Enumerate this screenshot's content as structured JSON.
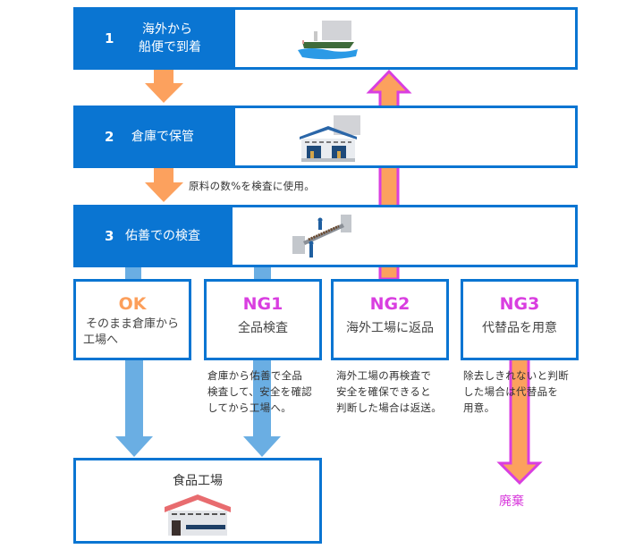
{
  "steps": [
    {
      "number": "1",
      "label_line1": "海外から",
      "label_line2": "船便で到着",
      "illustration": "cargo-ship"
    },
    {
      "number": "2",
      "label": "倉庫で保管",
      "illustration": "warehouse"
    },
    {
      "number": "3",
      "label": "佑善での検査",
      "illustration": "inspection-line"
    }
  ],
  "note_between_2_3": "原料の数%を検査に使用。",
  "outcomes": [
    {
      "code": "OK",
      "desc_line1": "そのまま倉庫から",
      "desc_line2": "工場へ",
      "color": "#fc9f5b"
    },
    {
      "code": "NG1",
      "desc": "全品検査",
      "color": "#d93ee0",
      "note": [
        "倉庫から佑善で全品",
        "検査して、安全を確認",
        "してから工場へ。"
      ]
    },
    {
      "code": "NG2",
      "desc": "海外工場に返品",
      "color": "#d93ee0",
      "note": [
        "海外工場の再検査で",
        "安全を確保できると",
        "判断した場合は返送。"
      ]
    },
    {
      "code": "NG3",
      "desc": "代替品を用意",
      "color": "#d93ee0",
      "note": [
        "除去しきれないと判断",
        "した場合は代替品を",
        "用意。"
      ]
    }
  ],
  "factory": {
    "title": "食品工場",
    "illustration": "factory-building"
  },
  "dispose_label": "廃棄",
  "colors": {
    "primary_blue": "#0a75d2",
    "arrow_orange": "#fca15e",
    "arrow_light_blue": "#6aaee3",
    "ng_magenta": "#d93ee0"
  }
}
